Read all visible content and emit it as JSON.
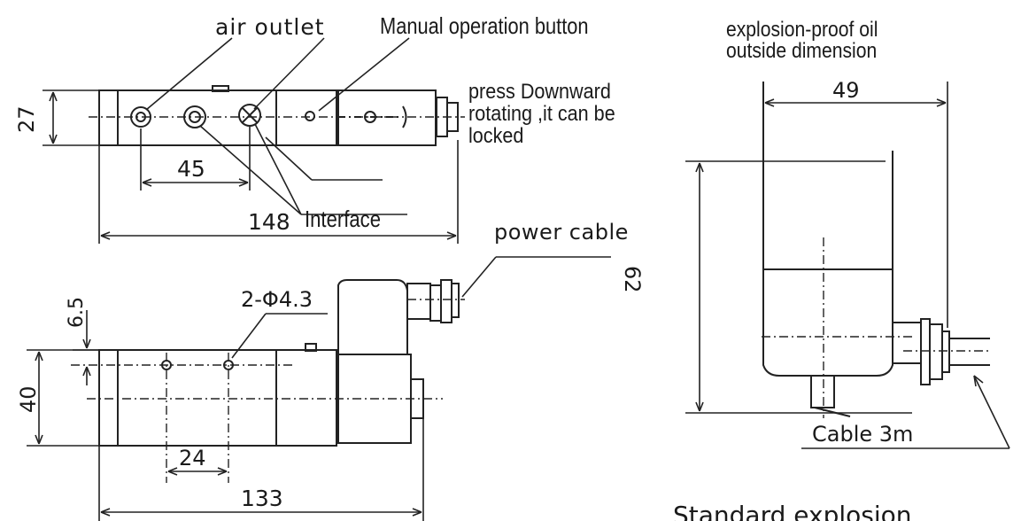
{
  "labels": {
    "air_outlet": "air outlet",
    "manual_operation_button": "Manual operation button",
    "press_note_line1": "press Downward",
    "press_note_line2": "rotating ,it can be",
    "press_note_line3": "locked",
    "dim_27": "27",
    "dim_45": "45",
    "dim_148": "148",
    "interface": "Interface",
    "power_cable": "power cable",
    "dim_6_5": "6.5",
    "holes": "2-Φ4.3",
    "dim_40": "40",
    "dim_24": "24",
    "dim_133": "133",
    "explosion_title_line1": "explosion-proof oil",
    "explosion_title_line2": "outside dimension",
    "dim_49": "49",
    "dim_62": "62",
    "cable_3m": "Cable 3m",
    "standard_explosion": "Standard  explosion"
  },
  "colors": {
    "line": "#222222",
    "text": "#1a1a1a",
    "background": "#ffffff"
  }
}
